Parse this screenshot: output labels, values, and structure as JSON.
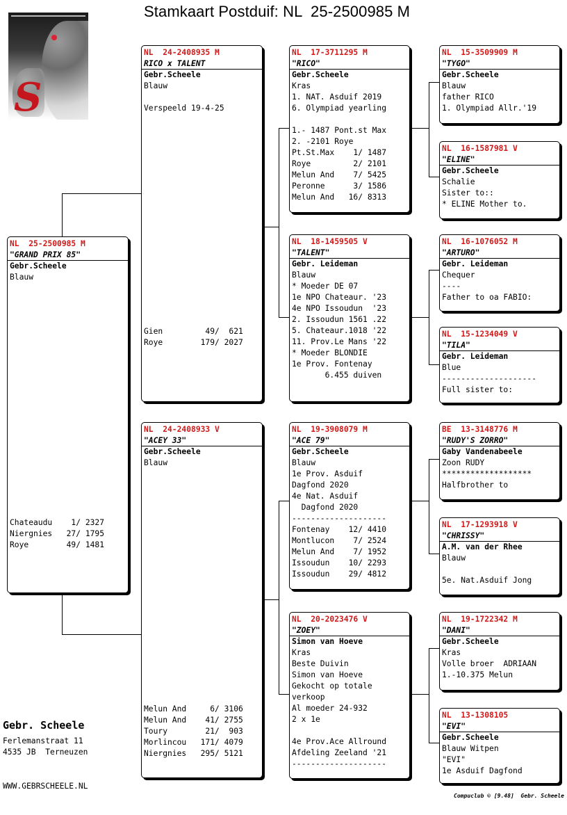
{
  "title": "Stamkaart Postduif: NL  25-2500985 M",
  "subject": {
    "ring": "NL  25-2500985 M",
    "name": "\"GRAND PRIX 85\"",
    "lines": [
      "Gebr.Scheele",
      "Blauw"
    ],
    "results": [
      "Chateaudu    1/ 2327",
      "Niergnies   27/ 1795",
      "Roye        49/ 1481"
    ]
  },
  "father": {
    "ring": "NL  24-2408935 M",
    "name": "RICO x TALENT",
    "lines": [
      "Gebr.Scheele",
      "Blauw",
      "",
      "Verspeeld 19-4-25"
    ],
    "results": [
      "Gien         49/  621",
      "Roye        179/ 2027"
    ]
  },
  "mother": {
    "ring": "NL  24-2408933 V",
    "name": "\"ACEY 33\"",
    "lines": [
      "Gebr.Scheele",
      "Blauw"
    ],
    "results": [
      "Melun And     6/ 3106",
      "Melun And    41/ 2755",
      "Toury        21/  903",
      "Morlincou   171/ 4079",
      "Niergnies   295/ 5121"
    ]
  },
  "ff": {
    "ring": "NL  17-3711295 M",
    "name": "\"RICO\"",
    "lines": [
      "Gebr.Scheele",
      "Kras",
      "1. NAT. Asduif 2019",
      "6. Olympiad yearling",
      "",
      "1.- 1487 Pont.st Max",
      "2. -2101 Roye",
      "Pt.St.Max    1/ 1487",
      "Roye         2/ 2101",
      "Melun And    7/ 5425",
      "Peronne      3/ 1586",
      "Melun And   16/ 8313"
    ]
  },
  "fm": {
    "ring": "NL  18-1459505 V",
    "name": "\"TALENT\"",
    "lines": [
      "Gebr. Leideman",
      "Blauw",
      "* Moeder DE 07",
      "1e NPO Chateaur. '23",
      "4e NPO Issoudun  '23",
      "2. Issoudun 1561 .22",
      "5. Chateaur.1018 '22",
      "11. Prov.Le Mans '22",
      "* Moeder BLONDIE",
      "1e Prov. Fontenay",
      "       6.455 duiven"
    ]
  },
  "mf": {
    "ring": "NL  19-3908079 M",
    "name": "\"ACE 79\"",
    "lines": [
      "Gebr.Scheele",
      "Blauw",
      "1e Prov. Asduif",
      "Dagfond 2020",
      "4e Nat. Asduif",
      "  Dagfond 2020",
      "--------------------",
      "Fontenay    12/ 4410",
      "Montlucon    7/ 2524",
      "Melun And    7/ 1952",
      "Issoudun    10/ 2293",
      "Issoudun    29/ 4812"
    ]
  },
  "mm": {
    "ring": "NL  20-2023476 V",
    "name": "\"ZOEY\"",
    "lines": [
      "Simon van Hoeve",
      "Kras",
      "Beste Duivin",
      "Simon van Hoeve",
      "Gekocht op totale",
      "verkoop",
      "Al moeder 24-932",
      "2 x 1e",
      "",
      "4e Prov.Ace Allround",
      "Afdeling Zeeland '21",
      "--------------------"
    ]
  },
  "fff": {
    "ring": "NL  15-3509909 M",
    "name": "\"TYGO\"",
    "lines": [
      "Gebr.Scheele",
      "Blauw",
      "father RICO",
      "1. Olympiad Allr.'19"
    ]
  },
  "ffm": {
    "ring": "NL  16-1587981 V",
    "name": "\"ELINE\"",
    "lines": [
      "Gebr.Scheele",
      "Schalie",
      "Sister to::",
      "* ELINE Mother to."
    ]
  },
  "fmf": {
    "ring": "NL  16-1076052 M",
    "name": "\"ARTURO\"",
    "lines": [
      "Gebr. Leideman",
      "Chequer",
      "----",
      "Father to oa FABIO:"
    ]
  },
  "fmm": {
    "ring": "NL  15-1234049 V",
    "name": "\"TILA\"",
    "lines": [
      "Gebr. Leideman",
      "Blue",
      "--------------------",
      "Full sister to:"
    ]
  },
  "mff": {
    "ring": "BE  13-3148776 M",
    "name": "\"RUDY'S ZORRO\"",
    "lines": [
      "Gaby Vandenabeele",
      "Zoon RUDY",
      "*******************",
      "Halfbrother to"
    ]
  },
  "mfm": {
    "ring": "NL  17-1293918 V",
    "name": "\"CHRISSY\"",
    "lines": [
      "A.M. van der Rhee",
      "Blauw",
      "",
      "5e. Nat.Asduif Jong"
    ]
  },
  "mmf": {
    "ring": "NL  19-1722342 M",
    "name": "\"DANI\"",
    "lines": [
      "Gebr.Scheele",
      "Kras",
      "Volle broer  ADRIAAN",
      "1.-10.375 Melun"
    ]
  },
  "mmm": {
    "ring": "NL  13-1308105",
    "name": "\"EVI\"",
    "lines": [
      "Gebr.Scheele",
      "Blauw Witpen",
      "\"EVI\"",
      "1e Asduif Dagfond"
    ]
  },
  "footer": {
    "name": "Gebr. Scheele",
    "street": "Ferlemanstraat 11",
    "city": "4535 JB  Terneuzen",
    "web": "WWW.GEBRSCHEELE.NL",
    "credit": "Compuclub © [9.48]  Gebr. Scheele"
  },
  "colors": {
    "ring": "#d21919",
    "logo_red": "#c4161c"
  }
}
